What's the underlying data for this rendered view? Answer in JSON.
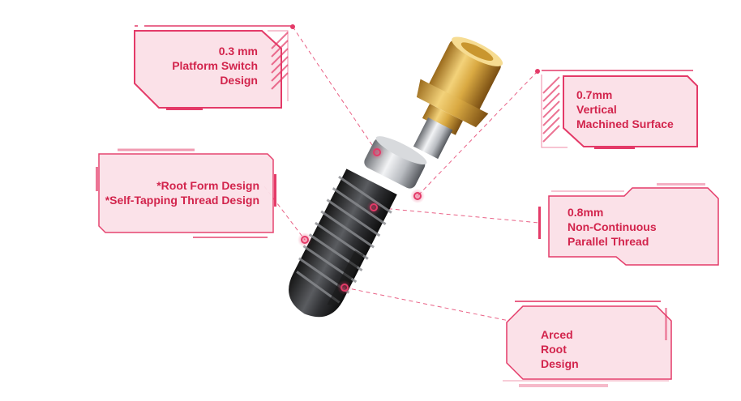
{
  "diagram": {
    "accent_color": "#e43a68",
    "panel_fill": "#fbe1e8",
    "callouts": [
      {
        "id": "platform-switch",
        "lines": [
          "0.3 mm",
          "Platform Switch",
          "Design"
        ]
      },
      {
        "id": "machined-surface",
        "lines": [
          "0.7mm",
          "Vertical",
          "Machined Surface"
        ]
      },
      {
        "id": "root-form",
        "lines": [
          "*Root Form Design",
          "*Self-Tapping Thread Design"
        ]
      },
      {
        "id": "parallel-thread",
        "lines": [
          "0.8mm",
          "Non-Continuous",
          "Parallel Thread"
        ]
      },
      {
        "id": "arced-root",
        "lines": [
          "Arced",
          "Root",
          "Design"
        ]
      }
    ]
  }
}
